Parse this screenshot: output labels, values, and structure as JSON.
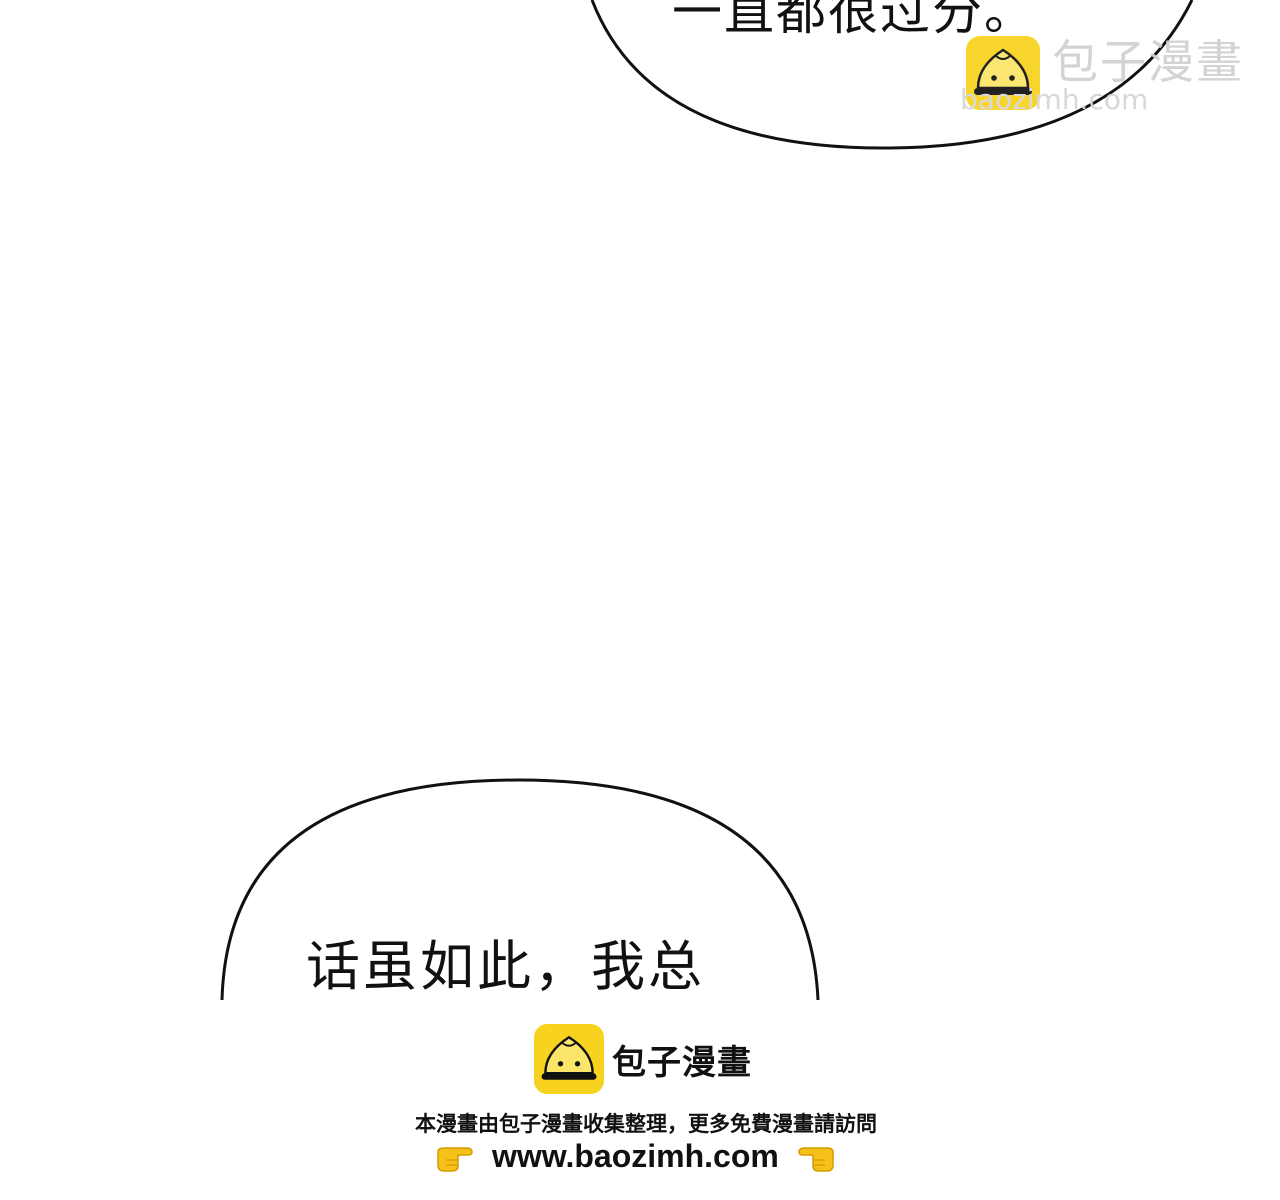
{
  "panel": {
    "bubble_top_text": "一直都很过分。",
    "bubble_bottom_text": "话虽如此，我总"
  },
  "watermark": {
    "name": "包子漫畫",
    "url": "baozimh.com",
    "logo_icon": "steamed-bun-logo-icon"
  },
  "footer": {
    "brand_name": "包子漫畫",
    "notice": "本漫畫由包子漫畫收集整理，更多免費漫畫請訪問",
    "url": "www.baozimh.com",
    "left_icon": "pointing-right-hand-icon",
    "right_icon": "pointing-left-hand-icon"
  },
  "colors": {
    "background": "#ffffff",
    "ink": "#111111",
    "logo_yellow": "#f7d21e",
    "watermark_gray": "#d0d0d0"
  }
}
